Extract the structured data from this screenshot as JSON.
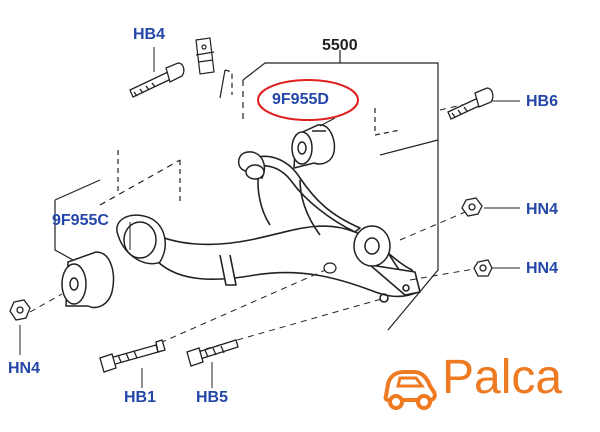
{
  "diagram": {
    "assembly_number": "5500",
    "callouts": {
      "hb4": "HB4",
      "hb6": "HB6",
      "hn4_right_upper": "HN4",
      "hn4_right_lower": "HN4",
      "hn4_left": "HN4",
      "hb1": "HB1",
      "hb5": "HB5",
      "bushing_highlighted": "9F955D",
      "bushing_left": "9F955C"
    },
    "highlight_color": "#e0201e",
    "label_color": "#2346a8"
  },
  "logo": {
    "brand": "Palca",
    "color": "#ee7a22"
  }
}
